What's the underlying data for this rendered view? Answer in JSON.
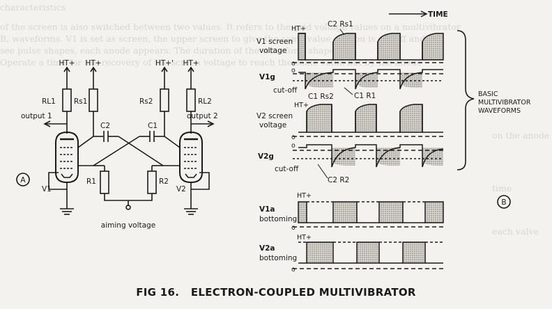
{
  "background_text": {
    "heading_fragment": "characteristics",
    "lines": [
      "of the screen is also switched between two values. It refers to the grid voltage values on a multivibrator",
      "B, waveforms. V1 is set as screen, the upper screen to give the same value section is cut off and the",
      "see pulse shapes, each anode appears. The duration of the waveform shapes",
      "Operate a time for the recovery of the screen voltage to reach the same value but by the anode"
    ],
    "side_fragments": [
      "on the anode",
      "time",
      "each valve"
    ]
  },
  "circuit": {
    "label_A": "A",
    "ht_labels": [
      "HT+",
      "HT+",
      "HT+'",
      "HT+"
    ],
    "rl1": "RL1",
    "rs1": "Rs1",
    "rs2": "Rs2",
    "rl2": "RL2",
    "output1": "output 1",
    "output2": "output 2",
    "c2": "C2",
    "c1": "C1",
    "r1": "R1",
    "r2": "R2",
    "v1": "V1",
    "v2": "V2",
    "aiming": "aiming voltage"
  },
  "waveforms": {
    "time_label": "TIME",
    "label_B": "B",
    "basic_label": [
      "BASIC",
      "MULTIVIBRATOR",
      "WAVEFORMS"
    ],
    "v1_screen": [
      "V1 screen",
      "voltage"
    ],
    "v1g": "V1g",
    "v2_screen": [
      "V2 screen",
      "voltage"
    ],
    "v2g": "V2g",
    "v1a": [
      "V1a",
      "bottoming"
    ],
    "v2a": [
      "V2a",
      "bottoming"
    ],
    "ht": "HT+",
    "cutoff": "cut-off",
    "c2rs1": "C2 Rs1",
    "c1r1": "C1 R1",
    "c1rs2": "C1 Rs2",
    "c2r2": "C2 R2",
    "zero": "o"
  },
  "caption": "FIG 16.   ELECTRON-COUPLED MULTIVIBRATOR"
}
